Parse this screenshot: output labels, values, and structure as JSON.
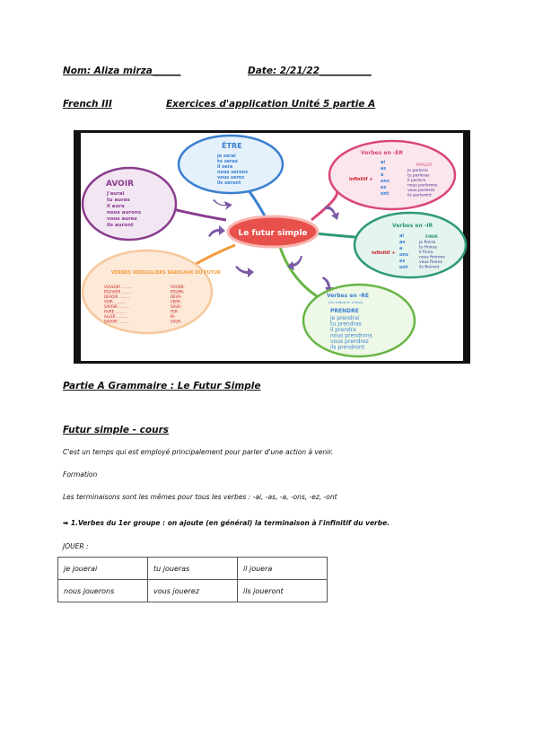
{
  "header": {
    "name": "Nom:  Aliza mirza______",
    "date": "Date:  2/21/22___________",
    "course": "French III",
    "title": "Exercices d'application Unité 5 partie A"
  },
  "mindmap": {
    "center": "Le futur simple",
    "etre": {
      "title": "ÊTRE",
      "lines": [
        "je serai",
        "tu seras",
        "il sera",
        "nous serons",
        "vous serez",
        "ils seront"
      ]
    },
    "avoir": {
      "title": "AVOIR",
      "lines": [
        "j'aurai",
        "tu auras",
        "il aura",
        "nous aurons",
        "vous aurez",
        "ils auront"
      ]
    },
    "er": {
      "title": "Verbes en -ER",
      "infinitif": "infinitif +",
      "endings": [
        "ai",
        "as",
        "a",
        "ons",
        "ez",
        "ont"
      ],
      "verb": "PARLER",
      "forms": [
        "je parlerai",
        "tu parleras",
        "il parlera",
        "nous parlerons",
        "vous parlerez",
        "ils parleront"
      ]
    },
    "ir": {
      "title": "Verbes en -IR",
      "infinitif": "infinitif +",
      "endings": [
        "ai",
        "as",
        "a",
        "ons",
        "ez",
        "ont"
      ],
      "verb": "FINIR",
      "forms": [
        "je finirai",
        "tu finiras",
        "il finira",
        "nous finirons",
        "vous finirez",
        "ils finiront"
      ]
    },
    "re": {
      "title": "Verbes en -RE",
      "note": "(On enlève le -e final)",
      "verb": "PRENDRE",
      "forms": [
        "je prendrai",
        "tu prendras",
        "il prendra",
        "nous prendrons",
        "vous prendrez",
        "ils prendront"
      ]
    },
    "irr": {
      "title": "VERBES IRRÉGULIERS RADICAUX DU FUTUR",
      "rows": [
        [
          "VOULOIR",
          "VOUDR-"
        ],
        [
          "POUVOIR",
          "POURR-"
        ],
        [
          "DEVOIR",
          "DEVR-"
        ],
        [
          "VOIR",
          "VERR-"
        ],
        [
          "SAVOIR",
          "SAUR-"
        ],
        [
          "FAIRE",
          "FER-"
        ],
        [
          "ALLER",
          "IR-"
        ],
        [
          "SAVOIR",
          "SAUR-"
        ]
      ]
    },
    "colors": {
      "etre": "#3a7fd0",
      "avoir": "#8a3c8f",
      "er": "#d9467a",
      "ir": "#2e9a72",
      "re": "#69b545",
      "irr": "#f39a3c",
      "center": "#e8504b"
    }
  },
  "grammar": {
    "heading": "Partie A Grammaire   : Le Futur Simple",
    "cours_title": "Futur simple - cours",
    "intro": "C'est un temps qui est employé principalement pour parler d'une action à venir.",
    "formation": "Formation",
    "terminaisons": "Les terminaisons sont les mêmes pour tous les verbes : -ai, -as, -a, -ons, -ez, -ont",
    "rule1": "➡ 1.Verbes du 1er groupe : on ajoute (en général) la terminaison à l'infinitif du verbe.",
    "verb_label": "JOUER :",
    "table": [
      [
        "je jouerai",
        "tu joueras",
        "il jouera"
      ],
      [
        "nous jouerons",
        "vous jouerez",
        "ils joueront"
      ]
    ]
  }
}
